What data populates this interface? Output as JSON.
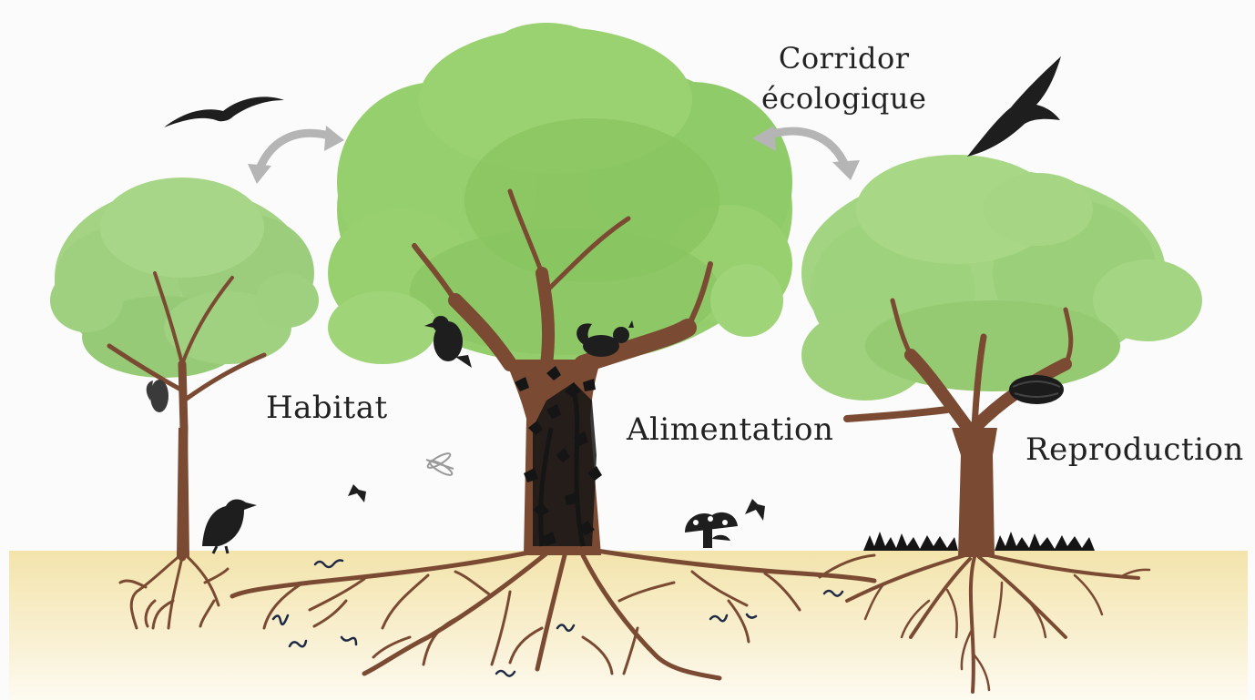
{
  "labels": {
    "habitat": "Habitat",
    "alimentation": "Alimentation",
    "reproduction": "Reproduction",
    "corridor_line1": "Corridor",
    "corridor_line2": "écologique"
  },
  "colors": {
    "foliage_light": "#a9d88a",
    "foliage_mid": "#8ccc68",
    "foliage_dark": "#6fb24c",
    "trunk": "#7a4a33",
    "ground": "#f5e8b8",
    "arrow": "#b5b5b5",
    "silhouette": "#1e1e1e"
  },
  "icons": [
    "flying-bird-icon",
    "crow-icon",
    "bat-icon",
    "squirrel-icon",
    "songbird-icon",
    "ivy-icon",
    "butterfly-icon",
    "dragonfly-icon",
    "mushroom-icon",
    "nest-icon",
    "grass-icon",
    "earthworm-icon",
    "curved-arrow-icon"
  ]
}
